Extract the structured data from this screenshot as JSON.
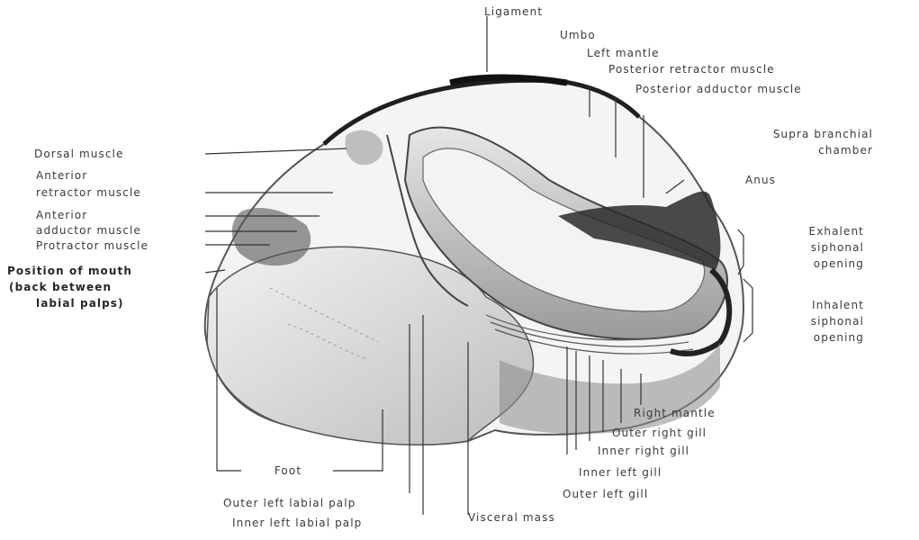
{
  "figure": {
    "labels": {
      "ligament": "Ligament",
      "umbo": "Umbo",
      "left_mantle": "Left mantle",
      "posterior_retractor": "Posterior retractor muscle",
      "posterior_adductor": "Posterior adductor muscle",
      "suprabranchial_l1": "Supra branchial",
      "suprabranchial_l2": "chamber",
      "anus": "Anus",
      "dorsal_muscle": "Dorsal muscle",
      "anterior_retractor_l1": "Anterior",
      "anterior_retractor_l2": "retractor muscle",
      "anterior_adductor_l1": "Anterior",
      "anterior_adductor_l2": "adductor muscle",
      "protractor": "Protractor muscle",
      "mouth_l1": "Position of mouth",
      "mouth_l2": "(back between",
      "mouth_l3": "labial palps)",
      "exhalent_l1": "Exhalent",
      "exhalent_l2": "siphonal",
      "exhalent_l3": "opening",
      "inhalent_l1": "Inhalent",
      "inhalent_l2": "siphonal",
      "inhalent_l3": "opening",
      "right_mantle": "Right mantle",
      "outer_right_gill": "Outer right gill",
      "inner_right_gill": "Inner right gill",
      "inner_left_gill": "Inner left gill",
      "outer_left_gill": "Outer left gill",
      "foot": "Foot",
      "outer_left_labial_palp": "Outer left labial palp",
      "inner_left_labial_palp": "Inner left labial palp",
      "visceral_mass": "Visceral mass"
    }
  }
}
